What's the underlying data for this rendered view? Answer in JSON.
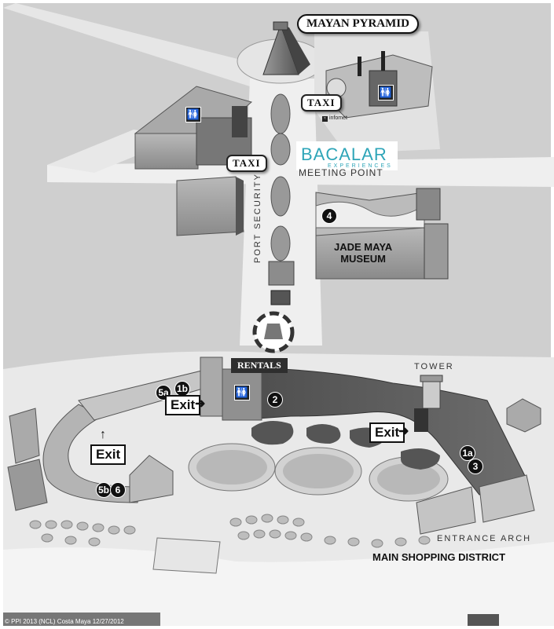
{
  "landmarks": {
    "mayan_pyramid": "MAYAN PYRAMID",
    "taxi_east": "TAXI",
    "taxi_west": "TAXI",
    "infomet": "infomet",
    "bacalar_name": "BACALAR",
    "bacalar_sub": "EXPERIENCES",
    "meeting_point": "MEETING POINT",
    "port_security": "PORT SECURITY",
    "jade_maya_museum": "JADE MAYA\nMUSEUM",
    "rentals": "RENTALS",
    "tower": "TOWER",
    "entrance_arch": "ENTRANCE ARCH",
    "main_shopping_district": "MAIN SHOPPING DISTRICT"
  },
  "exits": [
    "Exit",
    "Exit",
    "Exit"
  ],
  "markers": {
    "m4": "4",
    "m5a": "5a",
    "m1b": "1b",
    "m2": "2",
    "m1a": "1a",
    "m3": "3",
    "m5b": "5b",
    "m6": "6"
  },
  "icons": [
    "restroom-icon",
    "taxi-icon",
    "wifi-icon",
    "exit-arrow-icon"
  ],
  "colors": {
    "background": "#ffffff",
    "ground": "#cfcfcf",
    "road": "#efefef",
    "dark_building": "#5a5a5a",
    "brand": "#2ea5b8"
  },
  "copyright": "© PPI 2013 (NCL) Costa Maya 12/27/2012"
}
